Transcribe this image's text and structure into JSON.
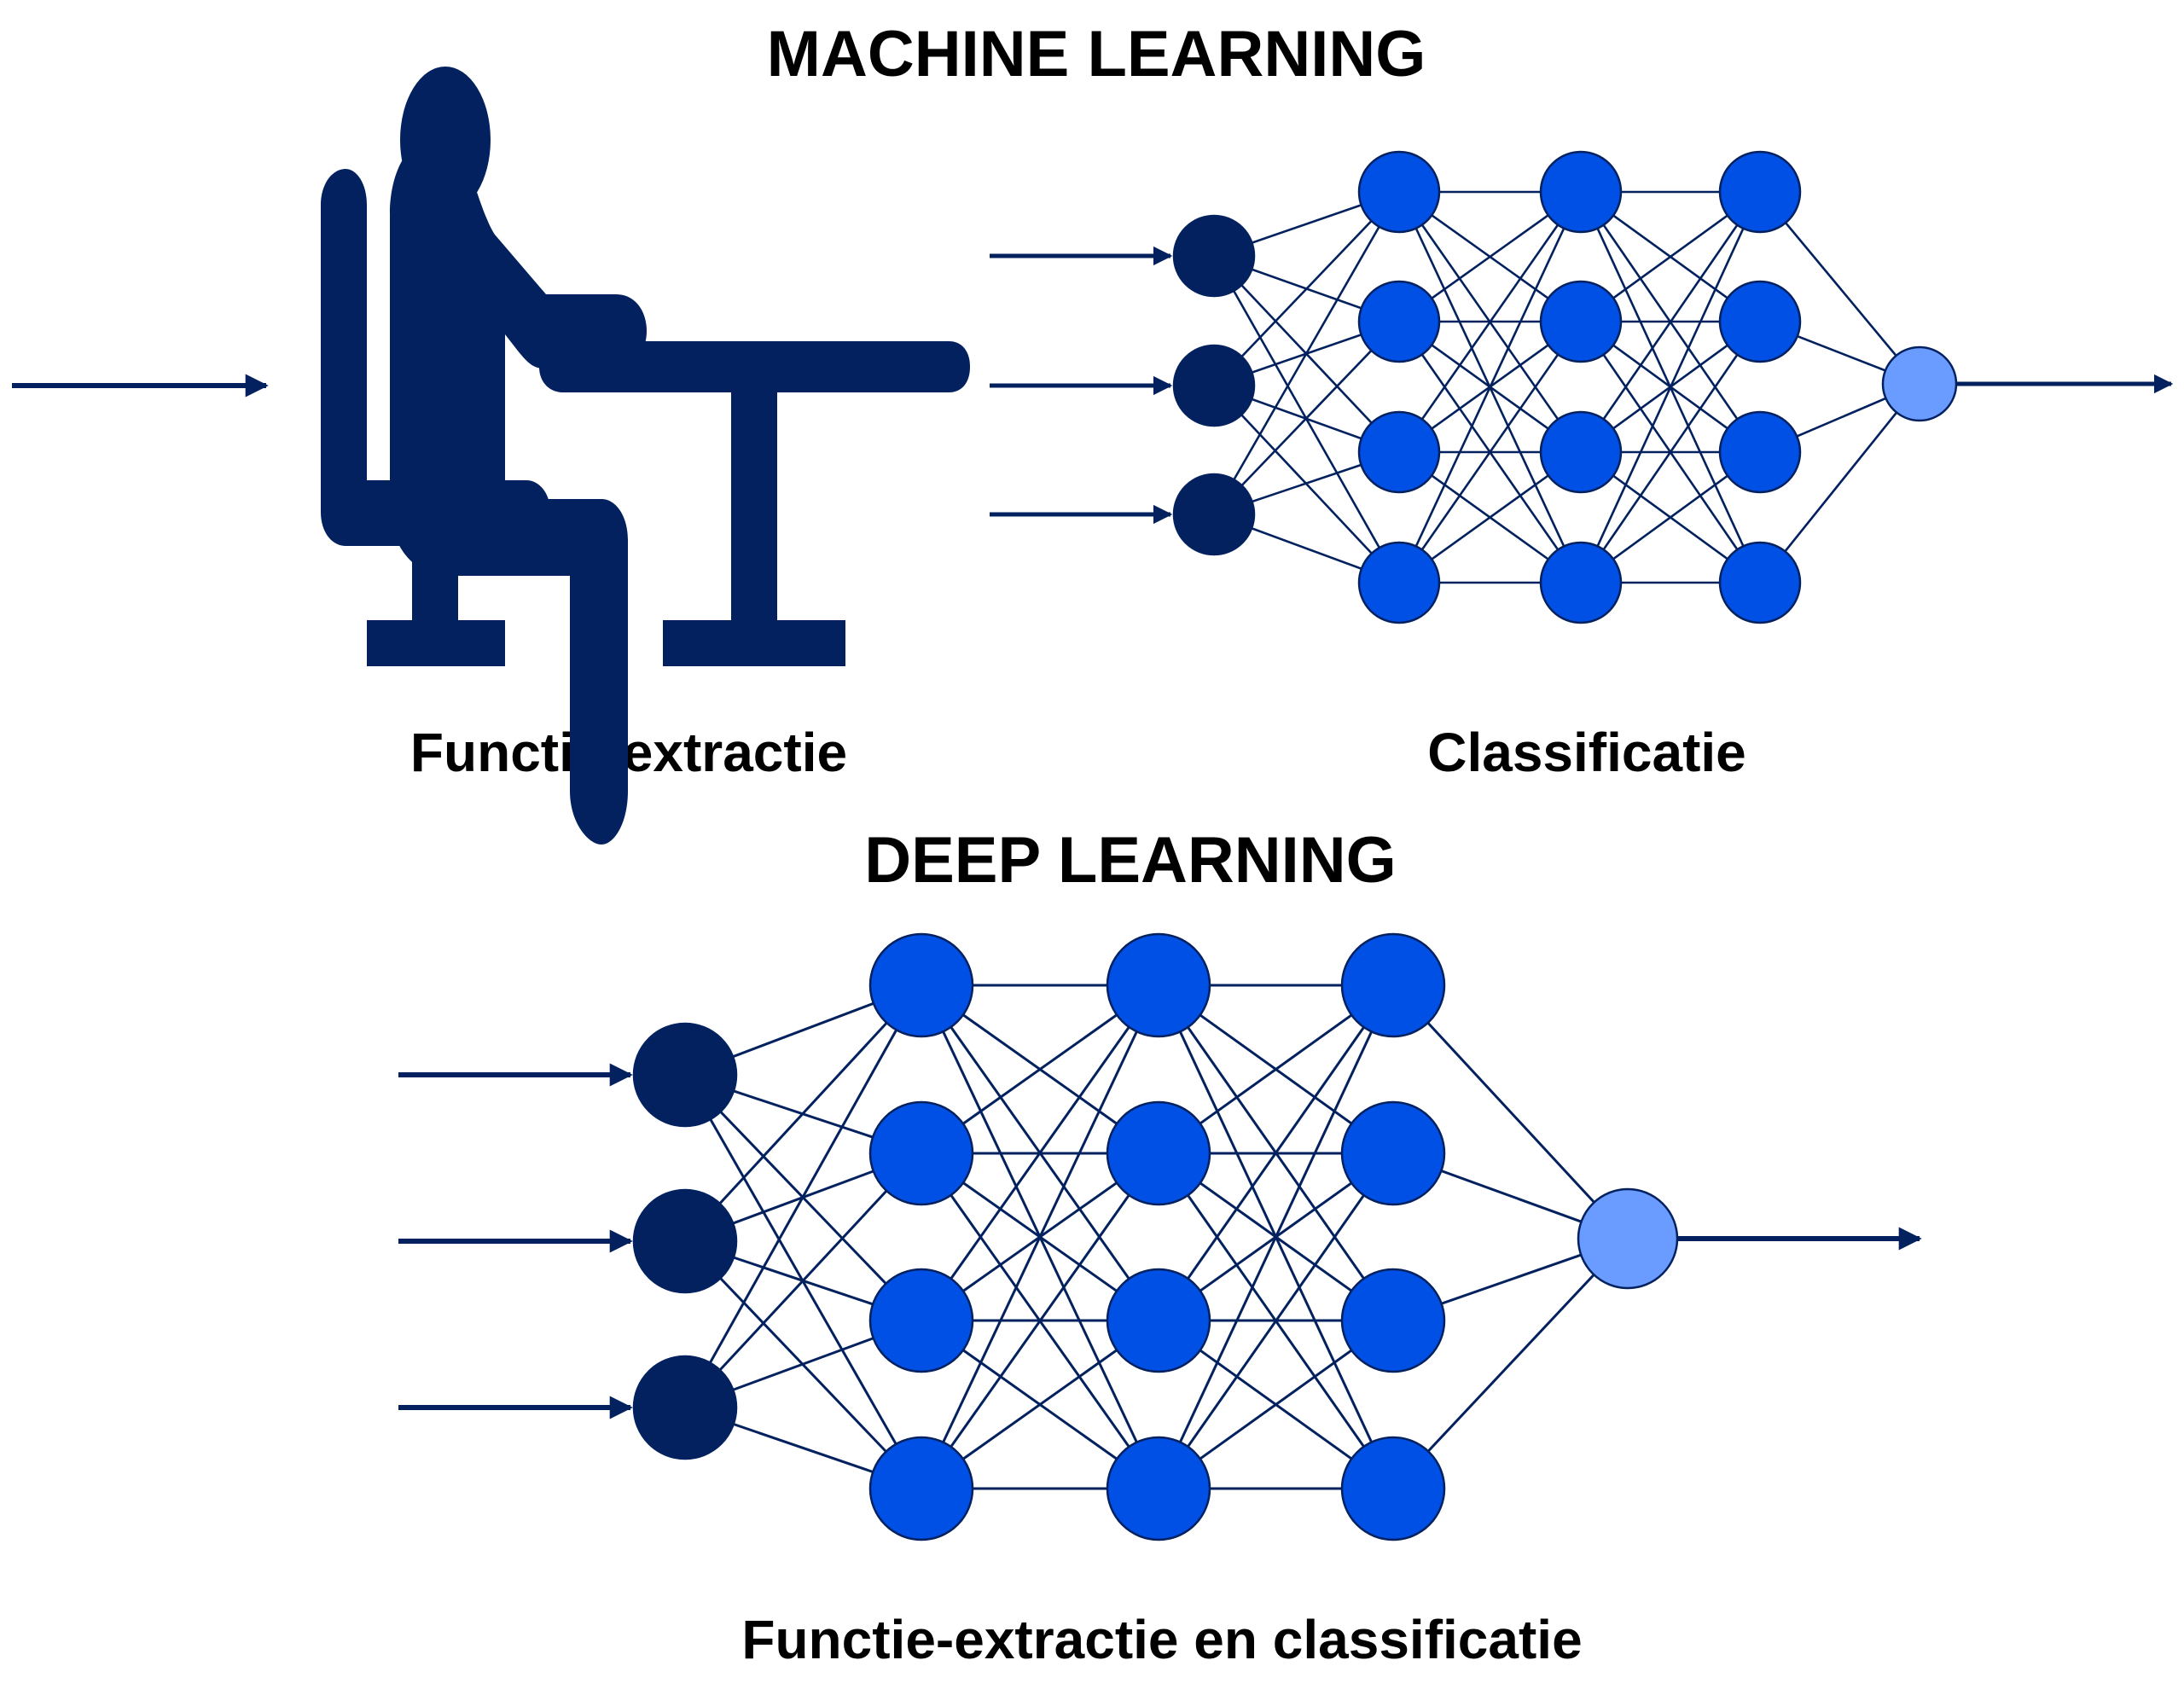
{
  "titles": {
    "machine_learning": "MACHINE LEARNING",
    "deep_learning": "DEEP LEARNING"
  },
  "captions": {
    "feature_extraction": "Functie-extractie",
    "classification": "Classificatie",
    "deep_combined": "Functie-extractie en classificatie"
  },
  "icons": {
    "person_at_desk": "person-at-desk-icon"
  },
  "colors": {
    "navy": "#02215e",
    "hidden_node": "#0050e6",
    "output_node": "#6a9bff",
    "edge": "#02215e"
  },
  "networks": {
    "machine_learning": {
      "layers": [
        {
          "role": "input",
          "nodes": 3
        },
        {
          "role": "hidden",
          "nodes": 4
        },
        {
          "role": "hidden",
          "nodes": 4
        },
        {
          "role": "hidden",
          "nodes": 4
        },
        {
          "role": "output",
          "nodes": 1
        }
      ],
      "input_arrows": 3,
      "output_arrows": 1
    },
    "deep_learning": {
      "layers": [
        {
          "role": "input",
          "nodes": 3
        },
        {
          "role": "hidden",
          "nodes": 4
        },
        {
          "role": "hidden",
          "nodes": 4
        },
        {
          "role": "hidden",
          "nodes": 4
        },
        {
          "role": "output",
          "nodes": 1
        }
      ],
      "input_arrows": 3,
      "output_arrows": 1
    }
  }
}
